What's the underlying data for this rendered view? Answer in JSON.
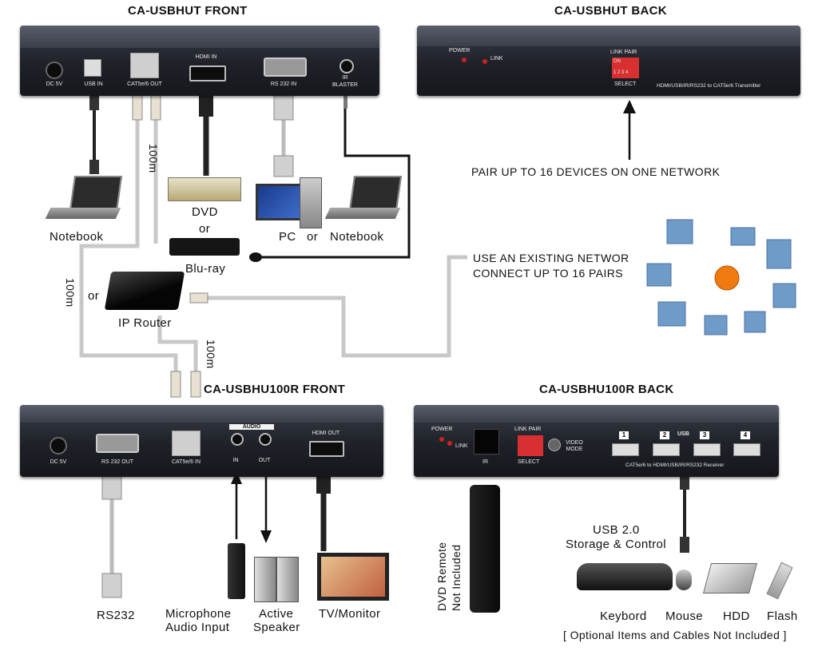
{
  "titles": {
    "tx_front": "CA-USBHUT FRONT",
    "tx_back": "CA-USBHUT BACK",
    "rx_front": "CA-USBHU100R FRONT",
    "rx_back": "CA-USBHU100R BACK"
  },
  "tx_front_ports": [
    "DC 5V",
    "USB IN",
    "CAT5e/6 OUT",
    "HDMI IN",
    "RS 232 IN",
    "IR",
    "BLASTER"
  ],
  "tx_back": {
    "power": "POWER",
    "link": "LINK",
    "link_pair": "LINK PAIR",
    "select": "SELECT",
    "dip_on": "ON",
    "dip_nums": "1 2 3 4",
    "model_text": "HDMI/USB/IR/RS232 to CAT5e/6 Transmitter"
  },
  "rx_front_ports": [
    "DC 5V",
    "RS 232 OUT",
    "CAT5e/6 IN",
    "AUDIO",
    "IN",
    "OUT",
    "HDMI OUT"
  ],
  "rx_back": {
    "power": "POWER",
    "link": "LINK",
    "ir": "IR",
    "link_pair": "LINK PAIR",
    "select": "SELECT",
    "video_mode": "VIDEO MODE",
    "usb": "USB",
    "usb_nums": [
      "1",
      "2",
      "3",
      "4"
    ],
    "model_text": "CAT5e/6 to HDMI/USB/IR/RS232 Receiver"
  },
  "labels": {
    "notebook_left": "Notebook",
    "dvd": "DVD",
    "or1": "or",
    "bluray": "Blu-ray",
    "pc": "PC",
    "or2": "or",
    "notebook_right": "Notebook",
    "or3": "or",
    "router": "IP Router",
    "dist1": "100m",
    "dist2": "100m",
    "dist3": "100m",
    "pair_up": "PAIR UP TO 16 DEVICES ON ONE NETWORK",
    "network1": "USE AN EXISTING NETWOR",
    "network2": "CONNECT UP TO 16 PAIRS",
    "rs232": "RS232",
    "mic1": "Microphone",
    "mic2": "Audio Input",
    "speaker1": "Active",
    "speaker2": "Speaker",
    "tv": "TV/Monitor",
    "remote1": "DVD Remote",
    "remote2": "Not Included",
    "usb1": "USB 2.0",
    "usb2": "Storage & Control",
    "keyboard": "Keybord",
    "mouse": "Mouse",
    "hdd": "HDD",
    "flash": "Flash",
    "optional": "[ Optional Items and Cables Not Included ]"
  },
  "colors": {
    "chassis": "#1e2128",
    "cable": "#c8c8c8",
    "network_center": "#f07a10",
    "network_blocks": "#6f9bc8",
    "led": "#cc2222",
    "dip": "#d83030"
  }
}
